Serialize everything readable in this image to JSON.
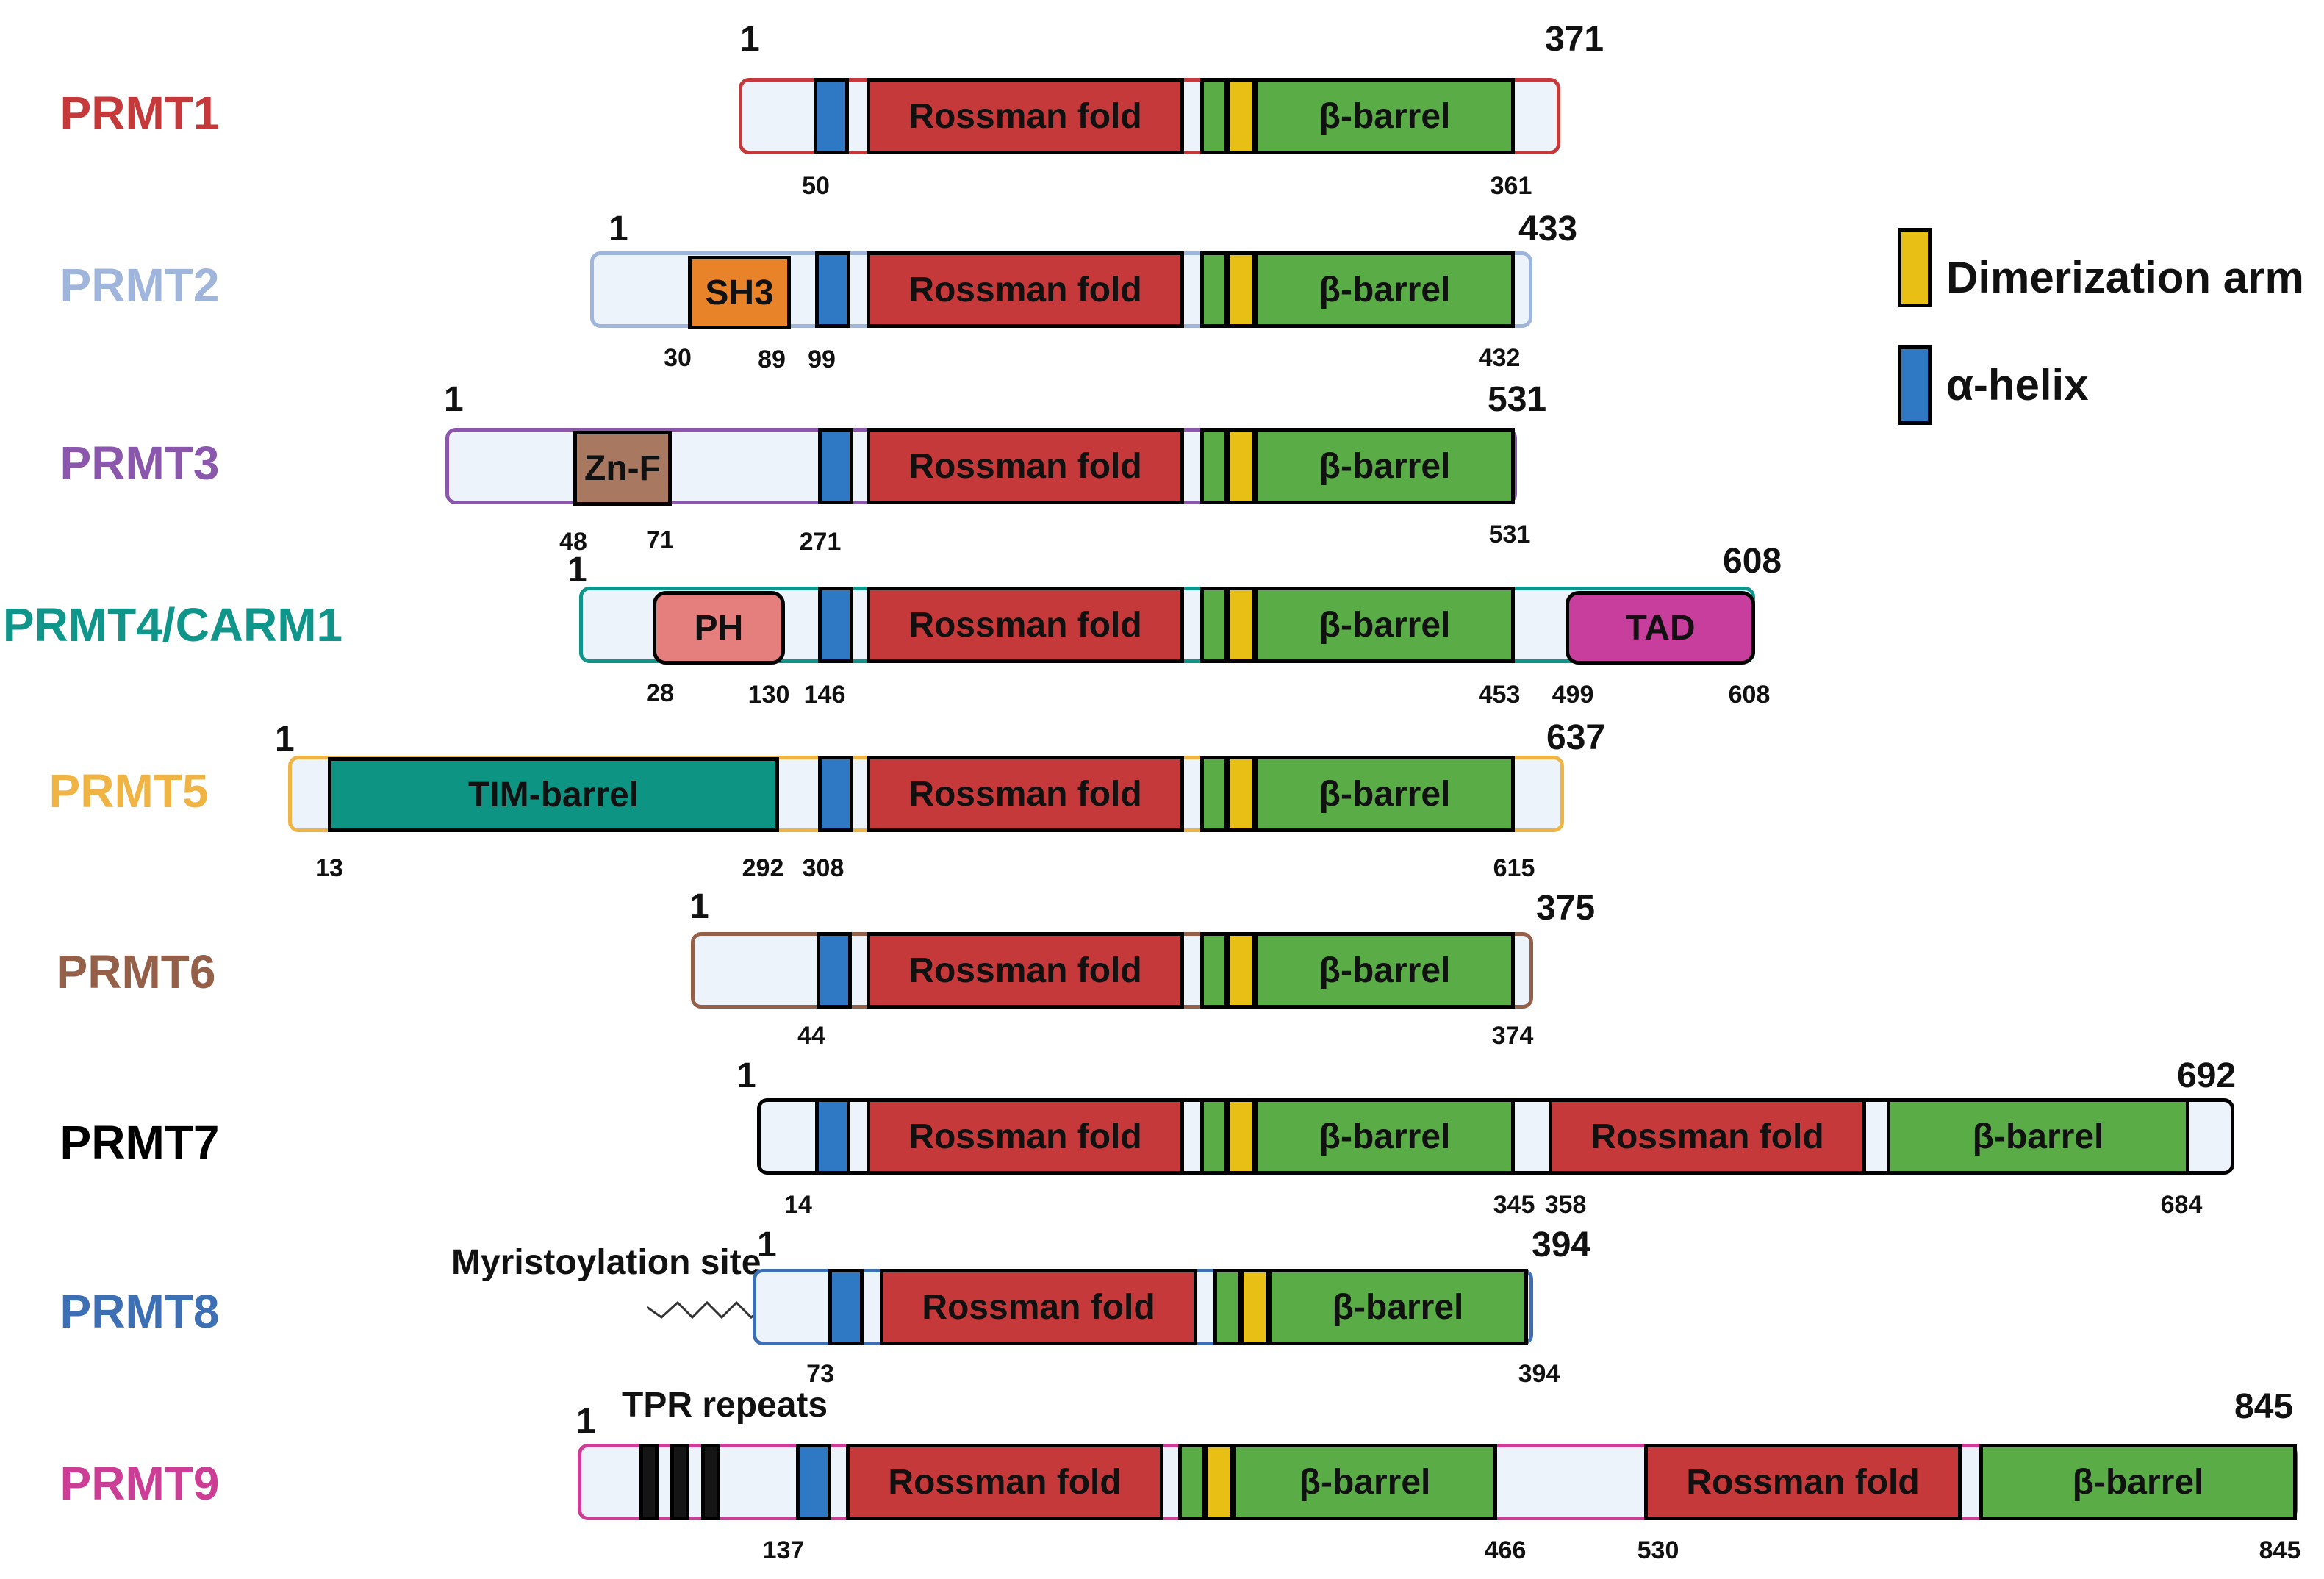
{
  "proteins": [
    {
      "id": "PRMT1",
      "label": "PRMT1",
      "color": "#c6393a",
      "start": "1",
      "end": "371",
      "n1": "50",
      "n2": "361",
      "rossman": "Rossman fold",
      "barrel": "β-barrel"
    },
    {
      "id": "PRMT2",
      "label": "PRMT2",
      "color": "#9fb5dc",
      "start": "1",
      "end": "433",
      "n1": "30",
      "n2": "89",
      "n3": "99",
      "n4": "432",
      "domain": "SH3",
      "rossman": "Rossman fold",
      "barrel": "β-barrel"
    },
    {
      "id": "PRMT3",
      "label": "PRMT3",
      "color": "#8a57ad",
      "start": "1",
      "end": "531",
      "n1": "48",
      "n2": "71",
      "n3": "271",
      "n4": "531",
      "domain": "Zn-F",
      "rossman": "Rossman fold",
      "barrel": "β-barrel"
    },
    {
      "id": "PRMT4",
      "label": "PRMT4/CARM1",
      "color": "#10958a",
      "start": "1",
      "end": "608",
      "n1": "28",
      "n2": "130",
      "n3": "146",
      "n4": "453",
      "n5": "499",
      "n6": "608",
      "domain": "PH",
      "domain2": "TAD",
      "rossman": "Rossman fold",
      "barrel": "β-barrel"
    },
    {
      "id": "PRMT5",
      "label": "PRMT5",
      "color": "#f0b445",
      "start": "1",
      "end": "637",
      "n1": "13",
      "n2": "292",
      "n3": "308",
      "n4": "615",
      "domain": "TIM-barrel",
      "rossman": "Rossman fold",
      "barrel": "β-barrel"
    },
    {
      "id": "PRMT6",
      "label": "PRMT6",
      "color": "#95604a",
      "start": "1",
      "end": "375",
      "n1": "44",
      "n2": "374",
      "rossman": "Rossman fold",
      "barrel": "β-barrel"
    },
    {
      "id": "PRMT7",
      "label": "PRMT7",
      "color": "#000000",
      "start": "1",
      "end": "692",
      "n1": "14",
      "n2": "345",
      "n3": "358",
      "n4": "684",
      "rossman": "Rossman fold",
      "barrel": "β-barrel",
      "rossman2": "Rossman fold",
      "barrel2": "β-barrel"
    },
    {
      "id": "PRMT8",
      "label": "PRMT8",
      "color": "#3c6fb4",
      "start": "1",
      "end": "394",
      "n1": "73",
      "n2": "394",
      "note": "Myristoylation site",
      "rossman": "Rossman fold",
      "barrel": "β-barrel"
    },
    {
      "id": "PRMT9",
      "label": "PRMT9",
      "color": "#cc3d95",
      "start": "1",
      "end": "845",
      "n1": "137",
      "n2": "466",
      "n3": "530",
      "n4": "845",
      "note": "TPR repeats",
      "rossman": "Rossman fold",
      "barrel": "β-barrel",
      "rossman2": "Rossman fold",
      "barrel2": "β-barrel"
    }
  ],
  "legend": {
    "dimer_label": "Dimerization arm",
    "dimer_color": "#e8c015",
    "helix_label": "α-helix",
    "helix_color": "#2f79c4"
  }
}
